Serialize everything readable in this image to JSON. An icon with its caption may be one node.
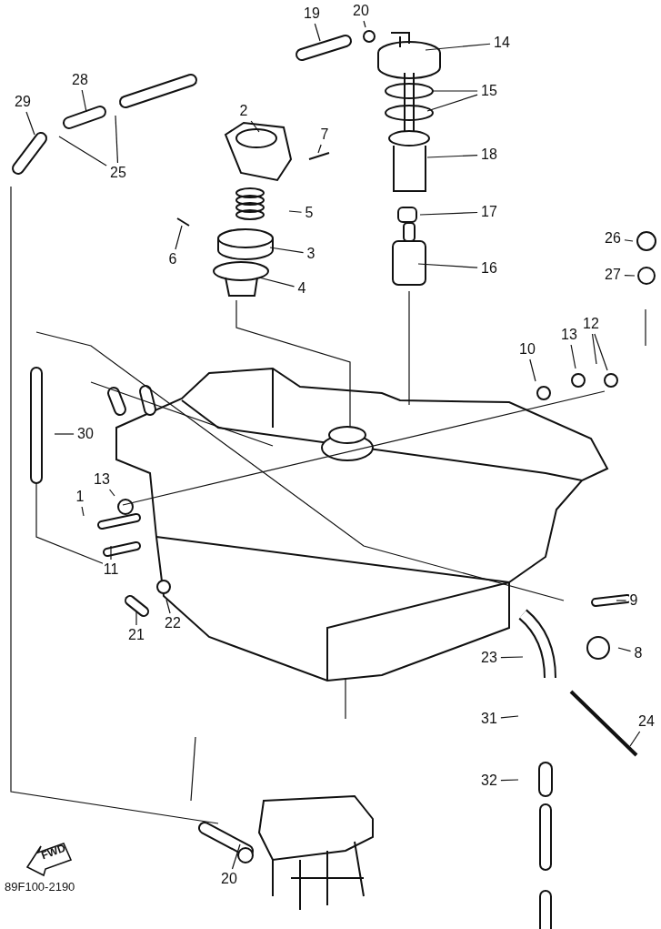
{
  "diagram": {
    "nodes": [
      {
        "text": [
          "19"
        ]
      },
      {
        "text": [
          "20"
        ]
      },
      {
        "text": [
          "14"
        ]
      },
      {
        "text": [
          "28"
        ]
      },
      {
        "text": [
          "29"
        ]
      },
      {
        "text": [
          "15"
        ]
      },
      {
        "text": [
          "2"
        ]
      },
      {
        "text": [
          "7"
        ]
      },
      {
        "text": [
          "25"
        ]
      },
      {
        "text": [
          "18"
        ]
      },
      {
        "text": [
          "5"
        ]
      },
      {
        "text": [
          "17"
        ]
      },
      {
        "text": [
          "6"
        ]
      },
      {
        "text": [
          "3"
        ]
      },
      {
        "text": [
          "26"
        ]
      },
      {
        "text": [
          "16"
        ]
      },
      {
        "text": [
          "4"
        ]
      },
      {
        "text": [
          "27"
        ]
      },
      {
        "text": [
          "12"
        ]
      },
      {
        "text": [
          "13"
        ]
      },
      {
        "text": [
          "10"
        ]
      },
      {
        "text": [
          "30"
        ]
      },
      {
        "text": [
          "13"
        ]
      },
      {
        "text": [
          "1"
        ]
      },
      {
        "text": [
          "11"
        ]
      },
      {
        "text": [
          "9"
        ]
      },
      {
        "text": [
          "21"
        ]
      },
      {
        "text": [
          "22"
        ]
      },
      {
        "text": [
          "8"
        ]
      },
      {
        "text": [
          "23"
        ]
      },
      {
        "text": [
          "31"
        ]
      },
      {
        "text": [
          "24"
        ]
      },
      {
        "text": [
          "32"
        ]
      },
      {
        "text": [
          "20"
        ]
      }
    ],
    "edges": [
      {
        "from": 0,
        "to": null,
        "arrow": "none"
      },
      {
        "from": 1,
        "to": null,
        "arrow": "none"
      },
      {
        "from": 2,
        "to": null,
        "arrow": "none"
      },
      {
        "from": 3,
        "to": null,
        "arrow": "none"
      },
      {
        "from": 4,
        "to": null,
        "arrow": "none"
      },
      {
        "from": 5,
        "to": null,
        "arrow": "none"
      },
      {
        "from": 5,
        "to": null,
        "arrow": "none"
      },
      {
        "from": 6,
        "to": null,
        "arrow": "none"
      },
      {
        "from": 7,
        "to": null,
        "arrow": "none"
      },
      {
        "from": 8,
        "to": null,
        "arrow": "none"
      },
      {
        "from": 8,
        "to": null,
        "arrow": "none"
      },
      {
        "from": 9,
        "to": null,
        "arrow": "none"
      },
      {
        "from": 10,
        "to": null,
        "arrow": "none"
      },
      {
        "from": 11,
        "to": null,
        "arrow": "none"
      },
      {
        "from": 12,
        "to": null,
        "arrow": "none"
      },
      {
        "from": 13,
        "to": null,
        "arrow": "none"
      },
      {
        "from": 14,
        "to": null,
        "arrow": "none"
      },
      {
        "from": 15,
        "to": null,
        "arrow": "none"
      },
      {
        "from": 16,
        "to": null,
        "arrow": "none"
      },
      {
        "from": 17,
        "to": null,
        "arrow": "none"
      },
      {
        "from": 18,
        "to": null,
        "arrow": "none"
      },
      {
        "from": 18,
        "to": null,
        "arrow": "none"
      },
      {
        "from": 19,
        "to": null,
        "arrow": "none"
      },
      {
        "from": 20,
        "to": null,
        "arrow": "none"
      },
      {
        "from": 21,
        "to": null,
        "arrow": "none"
      },
      {
        "from": 22,
        "to": null,
        "arrow": "none"
      },
      {
        "from": 23,
        "to": null,
        "arrow": "none"
      },
      {
        "from": 24,
        "to": null,
        "arrow": "none"
      },
      {
        "from": 25,
        "to": null,
        "arrow": "none"
      },
      {
        "from": 26,
        "to": null,
        "arrow": "none"
      },
      {
        "from": 27,
        "to": null,
        "arrow": "none"
      },
      {
        "from": 28,
        "to": null,
        "arrow": "none"
      },
      {
        "from": 29,
        "to": null,
        "arrow": "none"
      },
      {
        "from": 30,
        "to": null,
        "arrow": "none"
      },
      {
        "from": 31,
        "to": null,
        "arrow": "none"
      },
      {
        "from": 32,
        "to": null,
        "arrow": "none"
      },
      {
        "from": 33,
        "to": null,
        "arrow": "none"
      }
    ],
    "labels": [
      "FWD",
      "89F100-2190"
    ]
  }
}
